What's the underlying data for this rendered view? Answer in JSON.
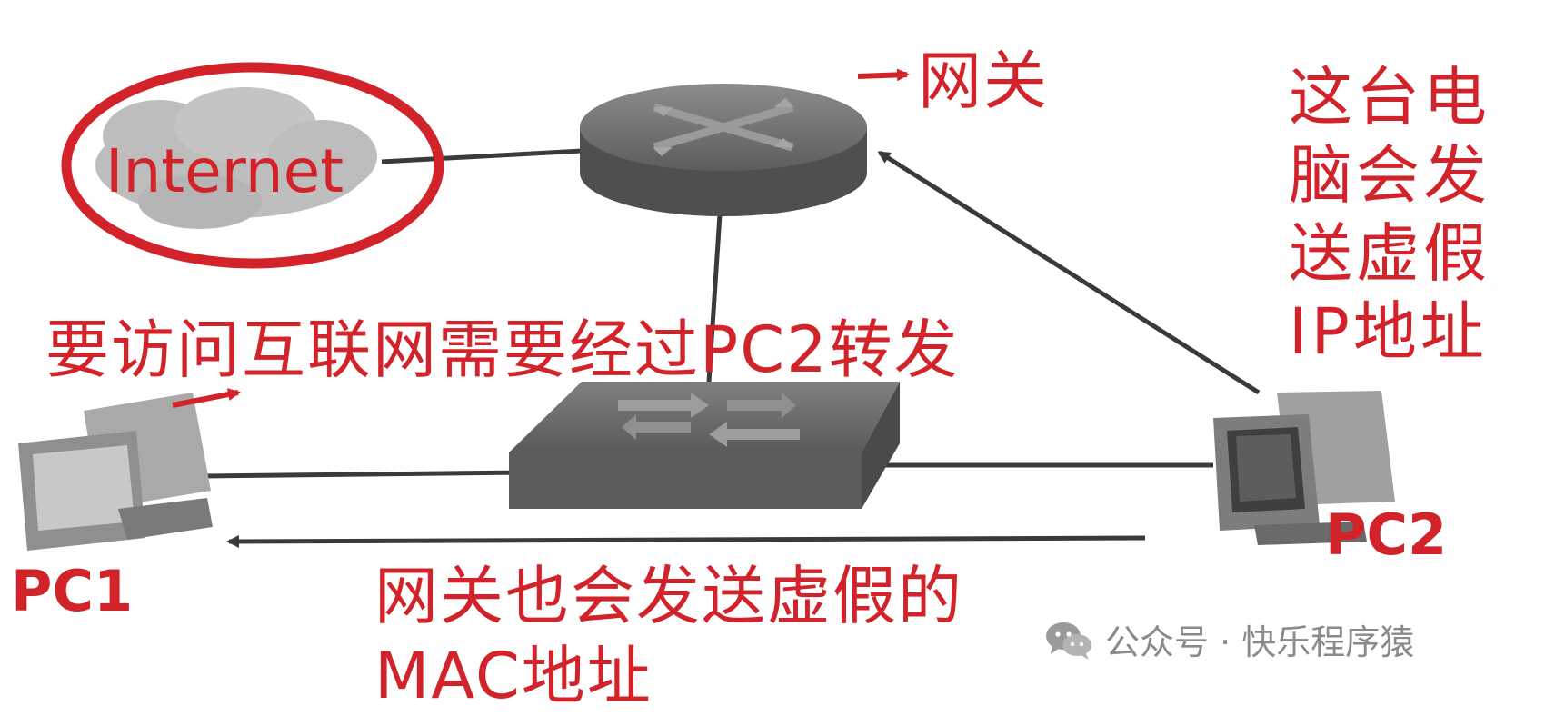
{
  "labels": {
    "internet": "Internet",
    "gateway": "网关",
    "pc2_note": "这台电脑会发送虚假IP地址",
    "need_forward": "要访问互联网需要经过PC2转发",
    "pc1": "PC1",
    "pc2": "PC2",
    "gateway_note": "网关也会发送虚假的MAC地址"
  },
  "watermark": {
    "text": "公众号 · 快乐程序猿",
    "icon": "wechat-icon"
  },
  "colors": {
    "annotation": "#d2232a",
    "device": "#6b6b6b",
    "line": "#3a3a3a",
    "watermark": "#8a8a8a"
  }
}
